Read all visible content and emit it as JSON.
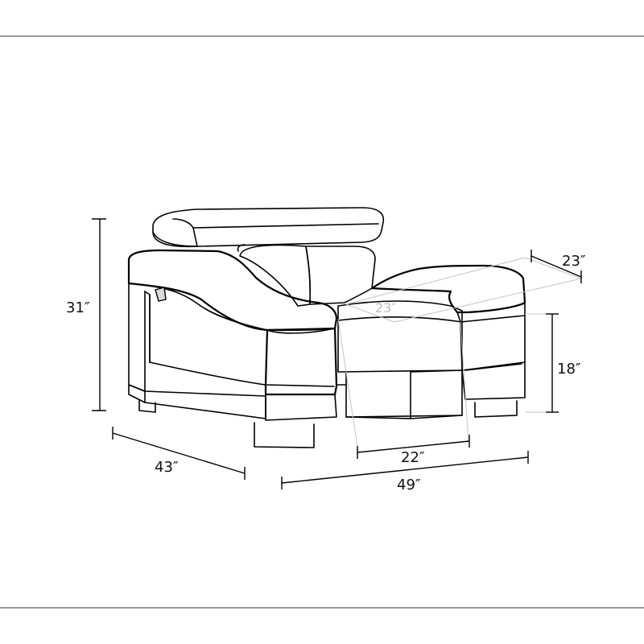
{
  "dimensions": {
    "height_total": "31″",
    "depth_total": "43″",
    "width_total": "49″",
    "seat_height": "18″",
    "seat_width": "22″",
    "arm_depth": "23″",
    "seat_depth": "23″"
  },
  "colors": {
    "line": "#000000",
    "faint": "#c4c4c4",
    "background": "#ffffff"
  }
}
